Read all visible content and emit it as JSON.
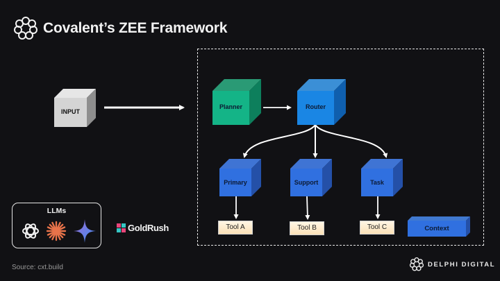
{
  "header": {
    "title": "Covalent’s ZEE Framework",
    "logo_icon": "covalent-logo-icon"
  },
  "diagram": {
    "input": {
      "label": "INPUT",
      "color": "#cfcfcf"
    },
    "planner": {
      "label": "Planner",
      "color": "#13b388"
    },
    "router": {
      "label": "Router",
      "color": "#1a88e6"
    },
    "agents": [
      {
        "label": "Primary",
        "color": "#2f6fe0"
      },
      {
        "label": "Support",
        "color": "#2f6fe0"
      },
      {
        "label": "Task",
        "color": "#2f6fe0"
      }
    ],
    "tools": [
      {
        "label": "Tool A"
      },
      {
        "label": "Tool B"
      },
      {
        "label": "Tool C"
      }
    ],
    "context": {
      "label": "Context",
      "color": "#2f6fe0"
    }
  },
  "llms": {
    "title": "LLMs",
    "icons": [
      "openai-icon",
      "anthropic-icon",
      "gemini-icon"
    ]
  },
  "goldrush": {
    "label": "GoldRush"
  },
  "footer": {
    "source": "Source: cxt.build",
    "brand": "DELPHI DIGITAL"
  }
}
